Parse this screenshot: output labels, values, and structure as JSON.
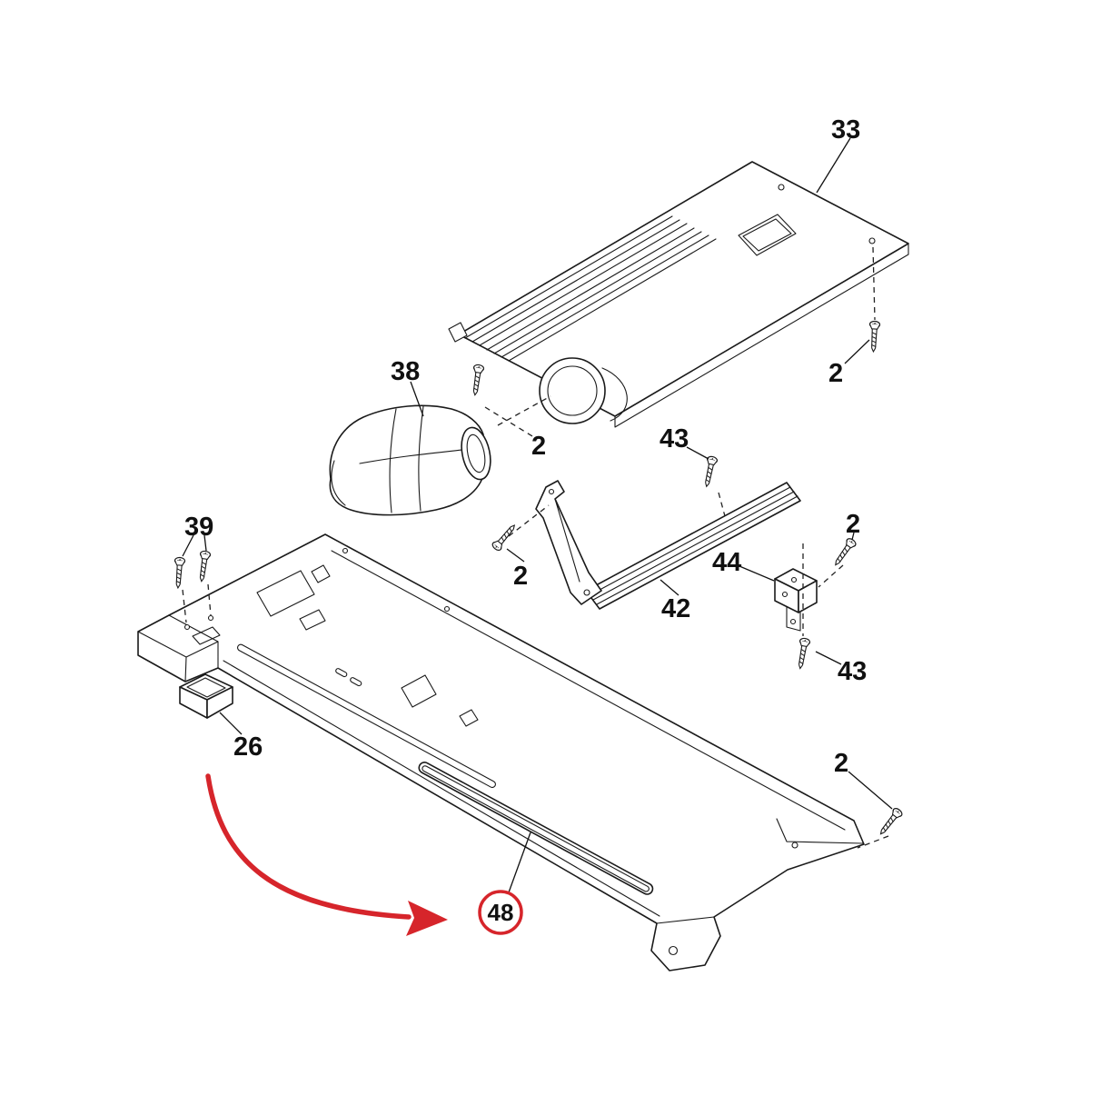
{
  "figure": {
    "type": "exploded-parts-diagram",
    "background": "#ffffff",
    "line_color": "#1a1a1a",
    "highlight_color": "#d6252b",
    "highlighted_part": "48"
  },
  "labels": {
    "l33": "33",
    "l2a": "2",
    "l38": "38",
    "l2b": "2",
    "l43a": "43",
    "l2c": "2",
    "l42": "42",
    "l44": "44",
    "l2d": "2",
    "l43b": "43",
    "l39": "39",
    "l26": "26",
    "l2e": "2",
    "l48": "48"
  }
}
